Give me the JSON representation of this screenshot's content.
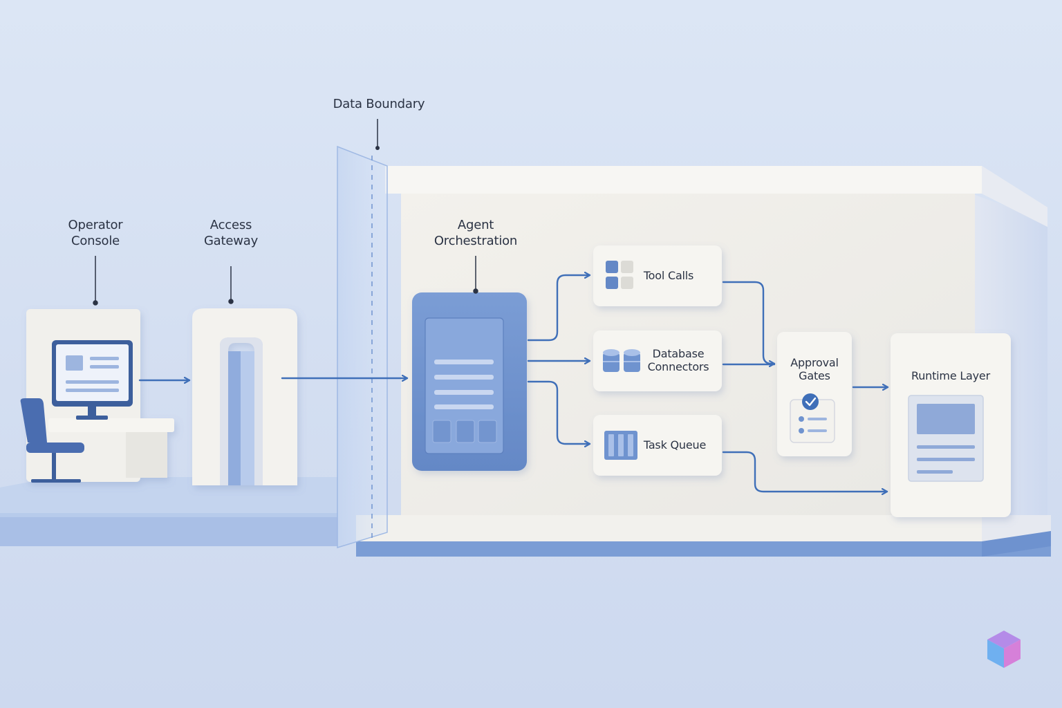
{
  "diagram": {
    "boundary_label": "Data Boundary",
    "nodes": {
      "operator_console": [
        "Operator",
        "Console"
      ],
      "access_gateway": [
        "Access",
        "Gateway"
      ],
      "agent_orchestration": [
        "Agent",
        "Orchestration"
      ],
      "tool_calls": "Tool Calls",
      "database_connectors": [
        "Database",
        "Connectors"
      ],
      "task_queue": "Task Queue",
      "approval_gates": [
        "Approval",
        "Gates"
      ],
      "runtime_layer": "Runtime Layer"
    },
    "colors": {
      "background": "#d6e1f3",
      "accent": "#3f6fb8",
      "block": "#6f93cf",
      "card": "#f4f2ee",
      "platform": "#a9bfe6"
    },
    "icons": [
      "monitor-icon",
      "chair-icon",
      "doorway-icon",
      "tool-grid-icon",
      "database-icon",
      "task-queue-icon",
      "checklist-icon",
      "document-icon",
      "logo-cube-icon"
    ]
  }
}
